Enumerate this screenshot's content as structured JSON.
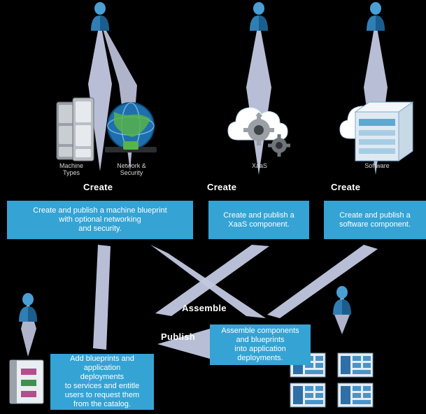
{
  "diagram": {
    "title": "vRealize Automation blueprint and service workflow",
    "background_color": "#000000",
    "box_color": "#35a3d4",
    "arrow_color": "#c6cbe2",
    "text_color": "#ffffff"
  },
  "verbs": {
    "create_machine": "Create",
    "create_xaas": "Create",
    "create_software": "Create",
    "assemble": "Assemble",
    "publish": "Publish"
  },
  "boxes": {
    "machine_blueprint": "Create and publish a machine blueprint\nwith optional networking\nand security.",
    "xaas_component": "Create and publish a\nXaaS component.",
    "software_component": "Create and publish a\nsoftware component.",
    "assemble_components": "Assemble components\nand blueprints\ninto application\ndeployments.",
    "publish_catalog": "Add blueprints and\napplication\ndeployments\nto services and entitle\nusers to request them\nfrom the catalog."
  },
  "captions": {
    "machine_types": "Machine\nTypes",
    "network_security": "Network &\nSecurity",
    "xaas": "XaaS",
    "software": "Software"
  },
  "icons": {
    "machine": "server-stack-icon",
    "network": "globe-network-icon",
    "xaas": "cloud-gear-icon",
    "software": "cloud-box-icon",
    "catalog": "catalog-book-icon",
    "deployments": "deployment-grid-icon",
    "persons": [
      "person-icon-architect-1",
      "person-icon-architect-2",
      "person-icon-architect-3",
      "person-icon-application-architect",
      "person-icon-service-catalog-admin"
    ]
  }
}
